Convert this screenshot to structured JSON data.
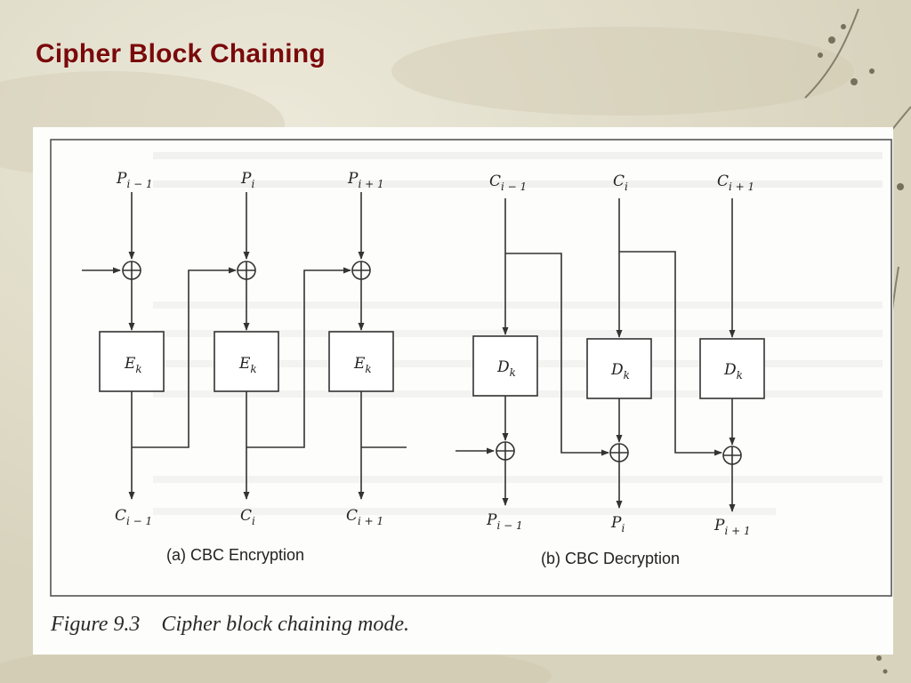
{
  "slide": {
    "title": "Cipher Block Chaining"
  },
  "figure": {
    "caption": "Figure 9.3    Cipher block chaining mode.",
    "encryption": {
      "caption": "(a) CBC Encryption",
      "inputs": [
        {
          "base": "P",
          "sub": "i − 1"
        },
        {
          "base": "P",
          "sub": "i"
        },
        {
          "base": "P",
          "sub": "i + 1"
        }
      ],
      "blocks": [
        {
          "base": "E",
          "sub": "k"
        },
        {
          "base": "E",
          "sub": "k"
        },
        {
          "base": "E",
          "sub": "k"
        }
      ],
      "outputs": [
        {
          "base": "C",
          "sub": "i − 1"
        },
        {
          "base": "C",
          "sub": "i"
        },
        {
          "base": "C",
          "sub": "i + 1"
        }
      ]
    },
    "decryption": {
      "caption": "(b) CBC Decryption",
      "inputs": [
        {
          "base": "C",
          "sub": "i − 1"
        },
        {
          "base": "C",
          "sub": "i"
        },
        {
          "base": "C",
          "sub": "i + 1"
        }
      ],
      "blocks": [
        {
          "base": "D",
          "sub": "k"
        },
        {
          "base": "D",
          "sub": "k"
        },
        {
          "base": "D",
          "sub": "k"
        }
      ],
      "outputs": [
        {
          "base": "P",
          "sub": "i − 1"
        },
        {
          "base": "P",
          "sub": "i"
        },
        {
          "base": "P",
          "sub": "i + 1"
        }
      ]
    }
  },
  "colors": {
    "title": "#7a0a0a",
    "background": "#e3dfcc",
    "paper": "#fdfdfb",
    "ink": "#333333"
  },
  "icons": {
    "xor": "circled-plus-icon"
  }
}
